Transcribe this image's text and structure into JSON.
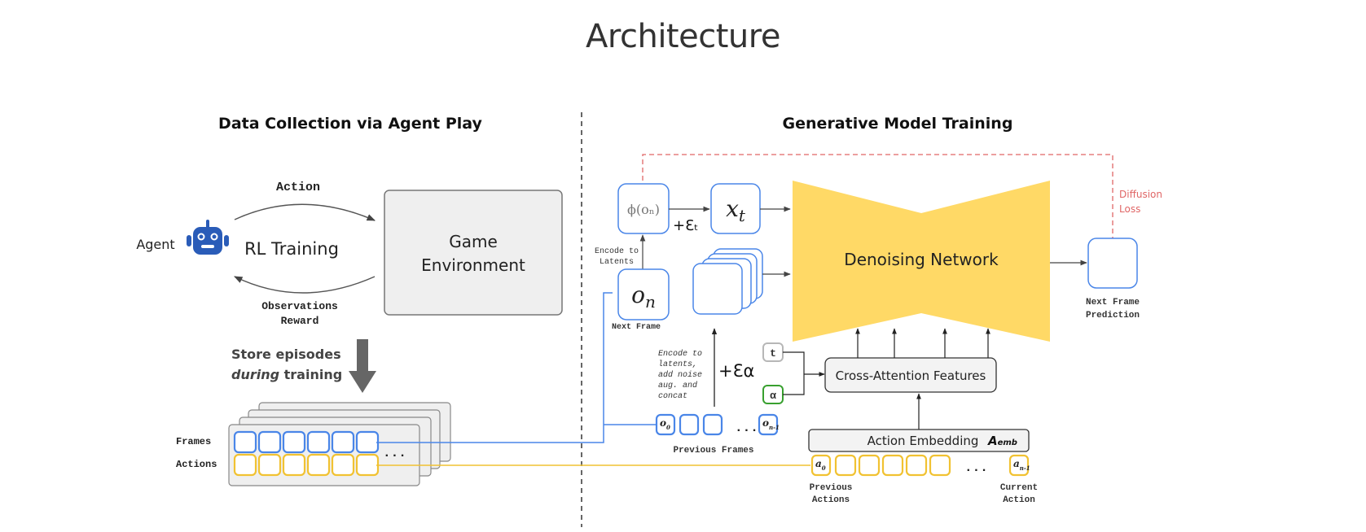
{
  "page": {
    "title": "Architecture"
  },
  "left_panel": {
    "heading": "Data Collection via Agent Play",
    "agent_label": "Agent",
    "agent_icon": "robot-icon",
    "rl_training_label": "RL Training",
    "action_label": "Action",
    "observations_label": "Observations",
    "reward_label": "Reward",
    "game_environment_line1": "Game",
    "game_environment_line2": "Environment",
    "store_episodes_line1": "Store episodes",
    "store_episodes_italic": "during",
    "store_episodes_line2_rest": " training",
    "frames_label": "Frames",
    "actions_label": "Actions",
    "ellipsis": "..."
  },
  "right_panel": {
    "heading": "Generative Model Training",
    "phi_label": "ϕ(oₙ)",
    "eps_t_label": "+Ɛₜ",
    "x_t_label": "x",
    "x_t_sub": "t",
    "encode_latents_line1": "Encode to",
    "encode_latents_line2": "Latents",
    "o_n_label": "o",
    "o_n_sub": "n",
    "next_frame_label": "Next Frame",
    "denoising_network_label": "Denoising Network",
    "diffusion_loss_line1": "Diffusion",
    "diffusion_loss_line2": "Loss",
    "next_frame_prediction_line1": "Next Frame",
    "next_frame_prediction_line2": "Prediction",
    "encode_noise_lines": [
      "Encode to",
      "latents,",
      "add noise",
      "aug. and",
      "concat"
    ],
    "eps_alpha_label": "+Ɛα",
    "t_token": "t",
    "alpha_token": "α",
    "cross_attention_label": "Cross-Attention Features",
    "action_embedding_label": "Action Embedding",
    "a_emb_label": "A",
    "a_emb_sub": "emb",
    "previous_frames_label": "Previous Frames",
    "o0_label": "o",
    "o0_sub": "0",
    "on1_label": "o",
    "on1_sub": "n-1",
    "a0_label": "a",
    "a0_sub": "0",
    "an1_label": "a",
    "an1_sub": "n-1",
    "ellipsis": "...",
    "previous_actions_line1": "Previous",
    "previous_actions_line2": "Actions",
    "current_action_line1": "Current",
    "current_action_line2": "Action"
  },
  "colors": {
    "frame_blue": "#4a86e8",
    "action_yellow": "#f1c232",
    "token_gray": "#b7b7b7",
    "token_green": "#38a02f",
    "loss_red": "#e06666",
    "network_fill": "#ffd966",
    "robot_blue": "#2a5cb8",
    "box_gray": "#efefef"
  }
}
